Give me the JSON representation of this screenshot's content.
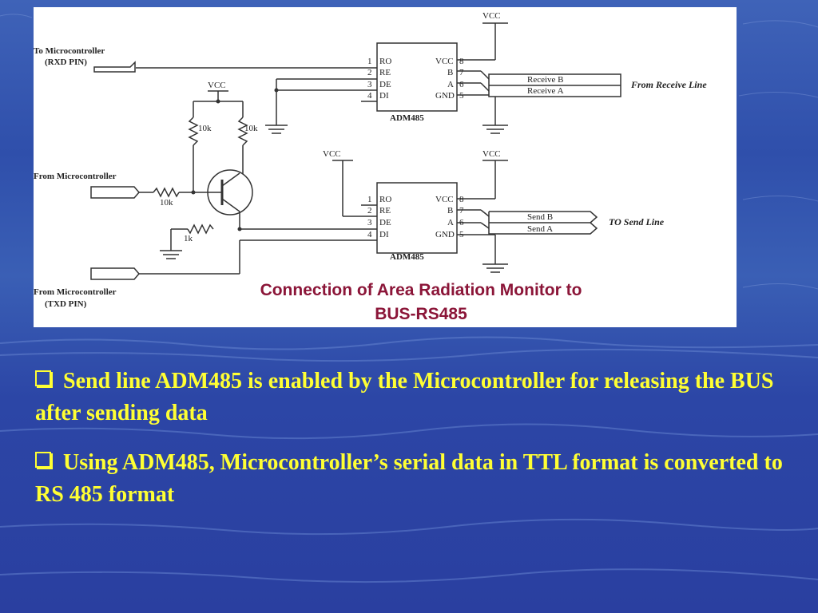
{
  "diagram": {
    "caption_line1": "Connection of Area Radiation Monitor to",
    "caption_line2": "BUS-RS485",
    "labels": {
      "to_mc": "To Microcontroller",
      "rxd": "(RXD PIN)",
      "from_mc": "From Microcontroller",
      "from_mc2": "From Microcontroller",
      "txd": "(TXD PIN)",
      "vcc": "VCC",
      "r10k_a": "10k",
      "r10k_b": "10k",
      "r10k_c": "10k",
      "r1k": "1k",
      "chip": "ADM485",
      "from_receive": "From Receive Line",
      "to_send": "TO Send Line",
      "receive_b": "Receive B",
      "receive_a": "Receive A",
      "send_b": "Send B",
      "send_a": "Send A",
      "pin_left": [
        "1",
        "2",
        "3",
        "4"
      ],
      "pin_left_names": [
        "RO",
        "RE",
        "DE",
        "DI"
      ],
      "pin_right_names": [
        "VCC",
        "B",
        "A",
        "GND"
      ],
      "pin_right": [
        "8",
        "7",
        "6",
        "5"
      ]
    }
  },
  "bullets": [
    "Send line ADM485 is enabled by the Microcontroller for releasing the BUS  after sending data",
    "Using ADM485, Microcontroller’s serial data in TTL format is converted to RS 485 format"
  ]
}
